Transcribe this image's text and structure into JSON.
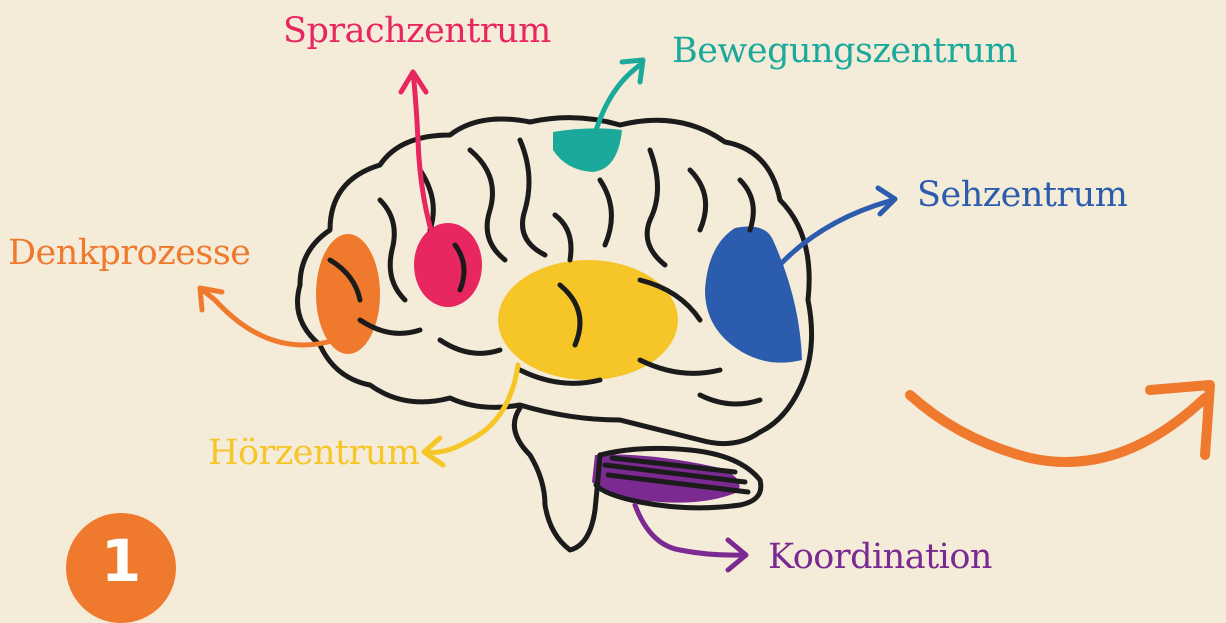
{
  "colors": {
    "background": "#f4ecd9",
    "outline": "#1b1b1b",
    "sprachzentrum": "#e8265f",
    "bewegungszentrum": "#1aa99a",
    "sehzentrum": "#2b5cad",
    "denkprozesse": "#ef7a2e",
    "hoerzentrum": "#f6c629",
    "koordination": "#7a2a91",
    "badge": "#ef7a2e"
  },
  "labels": {
    "sprachzentrum": "Sprachzentrum",
    "bewegungszentrum": "Bewegungszentrum",
    "sehzentrum": "Sehzentrum",
    "denkprozesse": "Denkprozesse",
    "hoerzentrum": "Hörzentrum",
    "koordination": "Koordination"
  },
  "step_number": "1",
  "icons": [
    "brain-illustration",
    "next-arrow-icon"
  ]
}
